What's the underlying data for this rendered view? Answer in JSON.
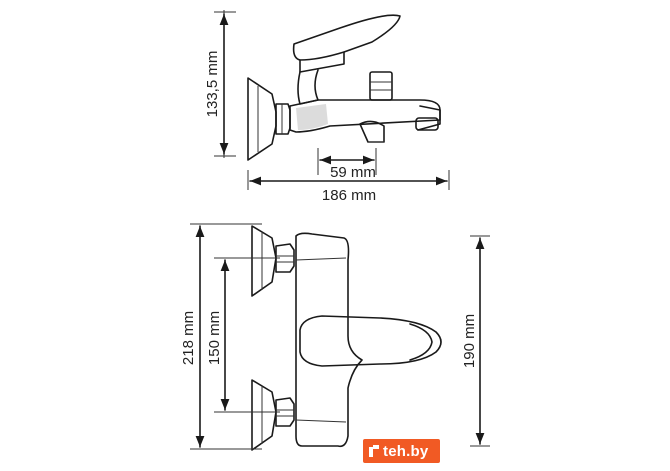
{
  "dimensions": {
    "top_height": "133,5 mm",
    "spout_offset": "59 mm",
    "total_depth": "186 mm",
    "total_height": "218 mm",
    "connection_spacing": "150 mm",
    "body_height": "190 mm"
  },
  "watermark": {
    "text": "teh.by",
    "color": "#f15a24",
    "icon": "teh-logo-icon"
  }
}
